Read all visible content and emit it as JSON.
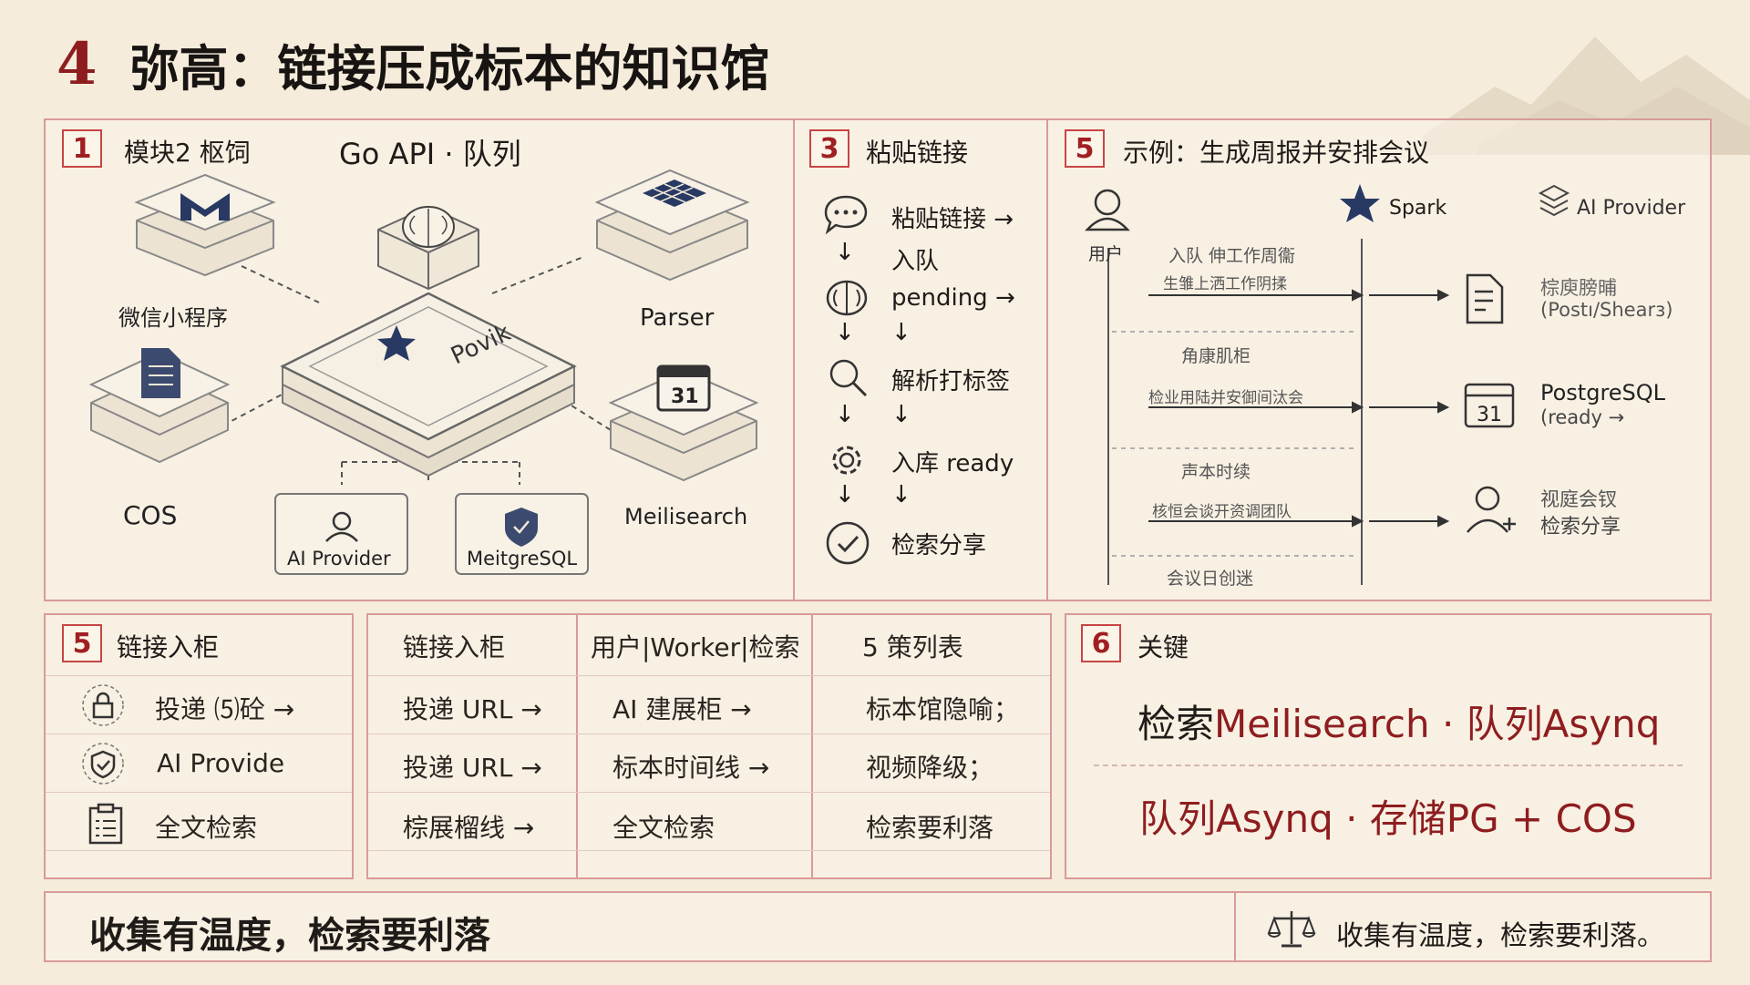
{
  "title": {
    "num": "4",
    "text": "弥高：链接压成标本的知识馆"
  },
  "p1": {
    "num": "1",
    "title": "模块2 枢饲",
    "subtitle": "Go API · 队列",
    "nodes": {
      "mail": "微信小程序",
      "parser": "Parser",
      "cos": "COS",
      "meili": "Meilisearch",
      "ai": "AI Provider",
      "pg": "MeitgreSQL",
      "hub": "Povik",
      "cal_num": "31"
    }
  },
  "p3": {
    "num": "3",
    "title": "粘贴链接",
    "steps": [
      "粘贴链接 →",
      "入队",
      "pending →",
      "解析打标签",
      "入库 ready",
      "检索分享"
    ],
    "arrow": "↓"
  },
  "p5a": {
    "num": "5",
    "title": "示例：生成周报并安排会议",
    "user": "用户",
    "spark": "Spark",
    "aip": "AI Provider",
    "msgs": [
      "入队 伸工作周衞",
      "生雏上洒工作阴揉",
      "角康肌柜",
      "检业用陆并安御间汰会",
      "声本时续",
      "核恒会谈开资调团队",
      "会议日创迷"
    ],
    "right": [
      {
        "l1": "棕庾膀晡",
        "l2": "(Postı/Shearɜ)"
      },
      {
        "l1": "PostgreSQL",
        "l2": "(ready →"
      },
      {
        "l1": "视庭会钗",
        "l2": "检索分享"
      }
    ],
    "cal_num": "31"
  },
  "p5b": {
    "num": "5",
    "title": "链接入柜",
    "items": [
      "投递 ⑸砼 →",
      "AI Provide",
      "全文检索"
    ]
  },
  "table": {
    "cols": [
      {
        "head": "链接入柜",
        "cells": [
          "投递 URL →",
          "投递 URL →",
          "棕展榴线 →"
        ]
      },
      {
        "head": "用户|Worker|检索",
        "cells": [
          "AI 建展柜 →",
          "标本时间线 →",
          "全文检索"
        ]
      },
      {
        "head": "5 策列表",
        "cells": [
          "标本馆隐喻；",
          "视频降级；",
          "检索要利落"
        ]
      }
    ]
  },
  "p6": {
    "num": "6",
    "title": "关键",
    "line1a": "检索",
    "line1b": "Meilisearch · 队列Asynq",
    "line2": "队列Asynq · 存储PG + COS"
  },
  "footer": {
    "left": "收集有温度，检索要利落",
    "right": "收集有温度，检索要利落。"
  }
}
